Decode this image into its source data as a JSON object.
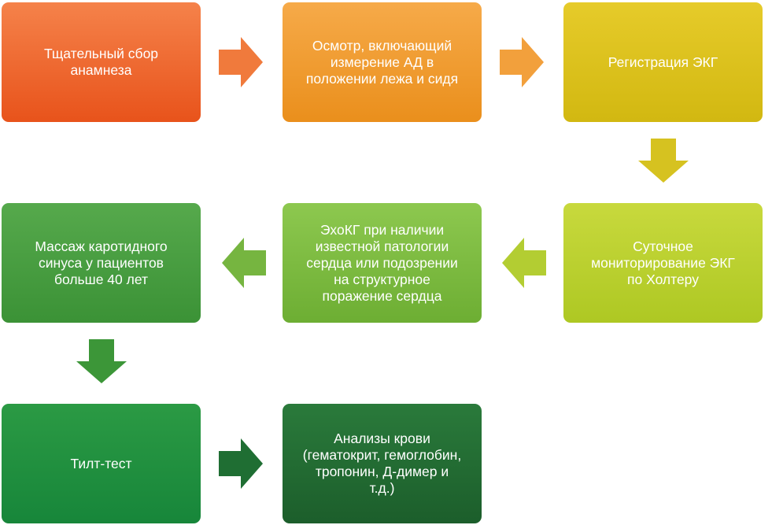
{
  "steps": [
    {
      "text": "Тщательный сбор\nанамнеза",
      "color_top": "#f5824a",
      "color_bottom": "#e8531b"
    },
    {
      "text": "Осмотр, включающий\nизмерение АД в\nположении лежа и сидя",
      "color_top": "#f6aa49",
      "color_bottom": "#ea8f1c"
    },
    {
      "text": "Регистрация ЭКГ",
      "color_top": "#e6cb2a",
      "color_bottom": "#d2b811"
    },
    {
      "text": "Суточное\nмониторирование ЭКГ\nпо Холтеру",
      "color_top": "#c8d93d",
      "color_bottom": "#aec823"
    },
    {
      "text": "ЭхоКГ при наличии\nизвестной патологии\nсердца или подозрении\nна структурное\nпоражение сердца",
      "color_top": "#8dc84f",
      "color_bottom": "#6dae33"
    },
    {
      "text": "Массаж каротидного\nсинуса у пациентов\nбольше 40 лет",
      "color_top": "#56a94c",
      "color_bottom": "#3b9236"
    },
    {
      "text": "Тилт-тест",
      "color_top": "#2b9a44",
      "color_bottom": "#17863a"
    },
    {
      "text": "Анализы крови\n(гематокрит, гемоглобин,\nтропонин, Д-димер и\nт.д.)",
      "color_top": "#2a7a3b",
      "color_bottom": "#1c5e2b"
    }
  ],
  "arrows": [
    {
      "direction": "right",
      "color": "#f07a3c"
    },
    {
      "direction": "right",
      "color": "#f2a03c"
    },
    {
      "direction": "down",
      "color": "#d6c220"
    },
    {
      "direction": "left",
      "color": "#b3cd32"
    },
    {
      "direction": "left",
      "color": "#76b540"
    },
    {
      "direction": "down",
      "color": "#3c9638"
    },
    {
      "direction": "right",
      "color": "#1f6e33"
    }
  ]
}
